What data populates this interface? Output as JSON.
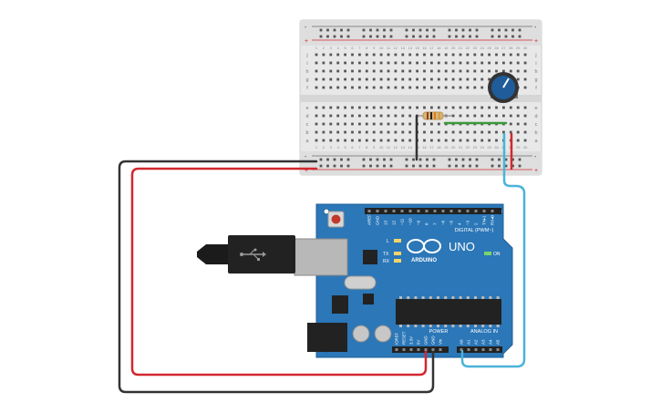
{
  "breadboard": {
    "top_rows": [
      "j",
      "i",
      "h",
      "g",
      "f"
    ],
    "bottom_rows": [
      "e",
      "d",
      "c",
      "b",
      "a"
    ],
    "rail_minus": "-",
    "rail_plus": "+",
    "columns": [
      "1",
      "2",
      "3",
      "4",
      "5",
      "6",
      "7",
      "8",
      "9",
      "10",
      "11",
      "12",
      "13",
      "14",
      "15",
      "16",
      "17",
      "18",
      "19",
      "20",
      "21",
      "22",
      "23",
      "24",
      "25",
      "26",
      "27",
      "28",
      "29",
      "30"
    ]
  },
  "arduino": {
    "model": "UNO",
    "brand": "ARDUINO",
    "digital_label": "DIGITAL (PWM~)",
    "digital_pins": [
      "AREF",
      "GND",
      "13",
      "12",
      "~11",
      "~10",
      "~9",
      "8",
      "7",
      "~6",
      "~5",
      "4",
      "~3",
      "2",
      "TX▸1",
      "RX◂0"
    ],
    "led_labels": [
      "L",
      "TX",
      "RX"
    ],
    "on_label": "ON",
    "power_label": "POWER",
    "power_pins": [
      "IOREF",
      "RESET",
      "3.3V",
      "5V",
      "GND",
      "GND",
      "Vin"
    ],
    "analog_label": "ANALOG IN",
    "analog_pins": [
      "A0",
      "A1",
      "A2",
      "A3",
      "A4",
      "A5"
    ]
  },
  "colors": {
    "board": "#2b77b8",
    "breadboard": "#e7e7e7",
    "wire_red": "#d2282e",
    "wire_black": "#333333",
    "wire_blue": "#4ab3d9",
    "wire_green": "#3a9a3a",
    "pot": "#1f5c99"
  }
}
